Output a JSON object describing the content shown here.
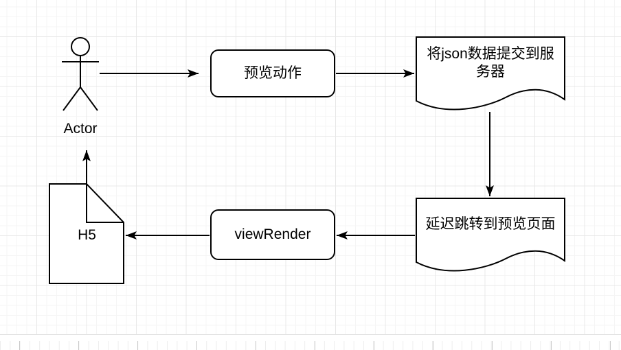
{
  "canvas": {
    "kind": "flowchart-grid-canvas",
    "colors": {
      "shape_stroke": "#000000",
      "shape_fill": "#ffffff",
      "grid_minor": "#f5f5f5",
      "grid_major": "#e8e8e8",
      "page_edge": "#e2e2e2",
      "text": "#000000"
    }
  },
  "nodes": {
    "actor": {
      "type": "actor",
      "label": "Actor"
    },
    "preview_action": {
      "type": "rounded-rect",
      "label": "预览动作"
    },
    "submit_json": {
      "type": "document",
      "label": "将json数据提交到服务器",
      "lines": [
        "将json数据提交到服",
        "务器"
      ]
    },
    "delay_redirect": {
      "type": "document",
      "label": "延迟跳转到预览页面"
    },
    "view_render": {
      "type": "rounded-rect",
      "label": "viewRender"
    },
    "h5": {
      "type": "note",
      "label": "H5"
    }
  },
  "edges": [
    {
      "from": "actor",
      "to": "preview_action",
      "direction": "right"
    },
    {
      "from": "preview_action",
      "to": "submit_json",
      "direction": "right"
    },
    {
      "from": "submit_json",
      "to": "delay_redirect",
      "direction": "down"
    },
    {
      "from": "delay_redirect",
      "to": "view_render",
      "direction": "left"
    },
    {
      "from": "view_render",
      "to": "h5",
      "direction": "left"
    },
    {
      "from": "h5",
      "to": "actor",
      "direction": "up"
    }
  ]
}
